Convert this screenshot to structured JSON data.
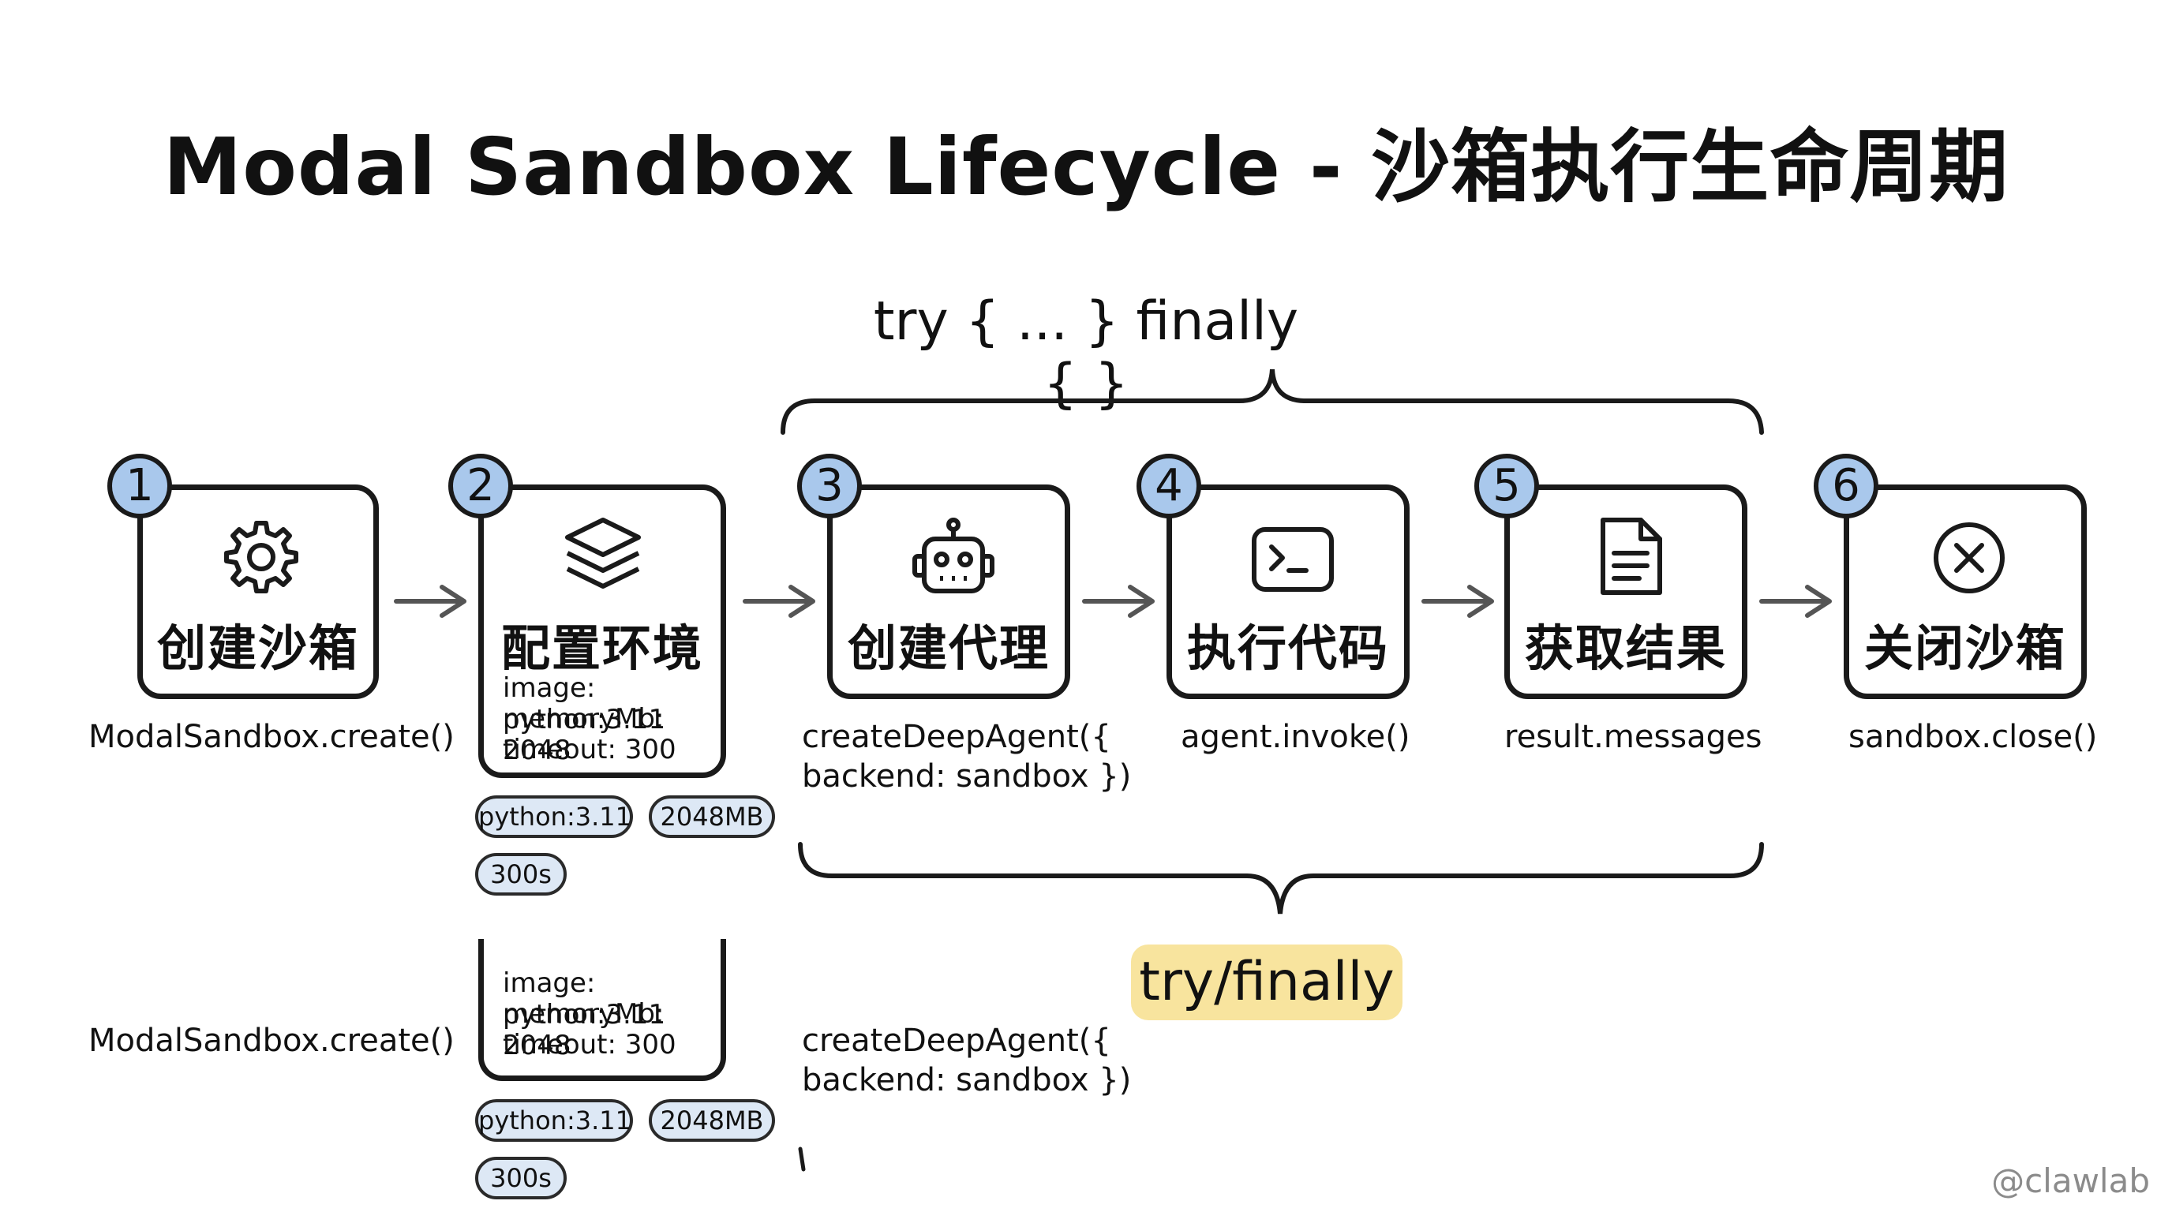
{
  "title": "Modal Sandbox Lifecycle - 沙箱执行生命周期",
  "try_header": "try { ... } finally { }",
  "try_finally_label": "try/finally",
  "watermark": "@clawlab",
  "steps": [
    {
      "number": "1",
      "label": "创建沙箱",
      "icon": "gear-icon",
      "code": [
        "ModalSandbox.create()"
      ]
    },
    {
      "number": "2",
      "label": "配置环境",
      "icon": "layers-icon",
      "config": [
        "image: python:3.11",
        "memoryMb: 2048",
        "timeout: 300"
      ],
      "pills": [
        "python:3.11",
        "2048MB",
        "300s"
      ]
    },
    {
      "number": "3",
      "label": "创建代理",
      "icon": "robot-icon",
      "code": [
        "createDeepAgent({",
        "backend: sandbox })"
      ]
    },
    {
      "number": "4",
      "label": "执行代码",
      "icon": "terminal-icon",
      "code": [
        "agent.invoke()"
      ]
    },
    {
      "number": "5",
      "label": "获取结果",
      "icon": "document-icon",
      "code": [
        "result.messages"
      ]
    },
    {
      "number": "6",
      "label": "关闭沙箱",
      "icon": "close-circle-icon",
      "code": [
        "sandbox.close()"
      ]
    }
  ],
  "repeat": {
    "code_1": "ModalSandbox.create()",
    "config": [
      "image: python:3.11",
      "memoryMb: 2048",
      "timeout: 300"
    ],
    "pills": [
      "python:3.11",
      "2048MB",
      "300s"
    ],
    "code_3": [
      "createDeepAgent({",
      "backend: sandbox })"
    ]
  },
  "colors": {
    "badge": "#a9c8ec",
    "pill": "#dde8f5",
    "highlight": "#f8e49e",
    "stroke": "#1a1a1a"
  }
}
